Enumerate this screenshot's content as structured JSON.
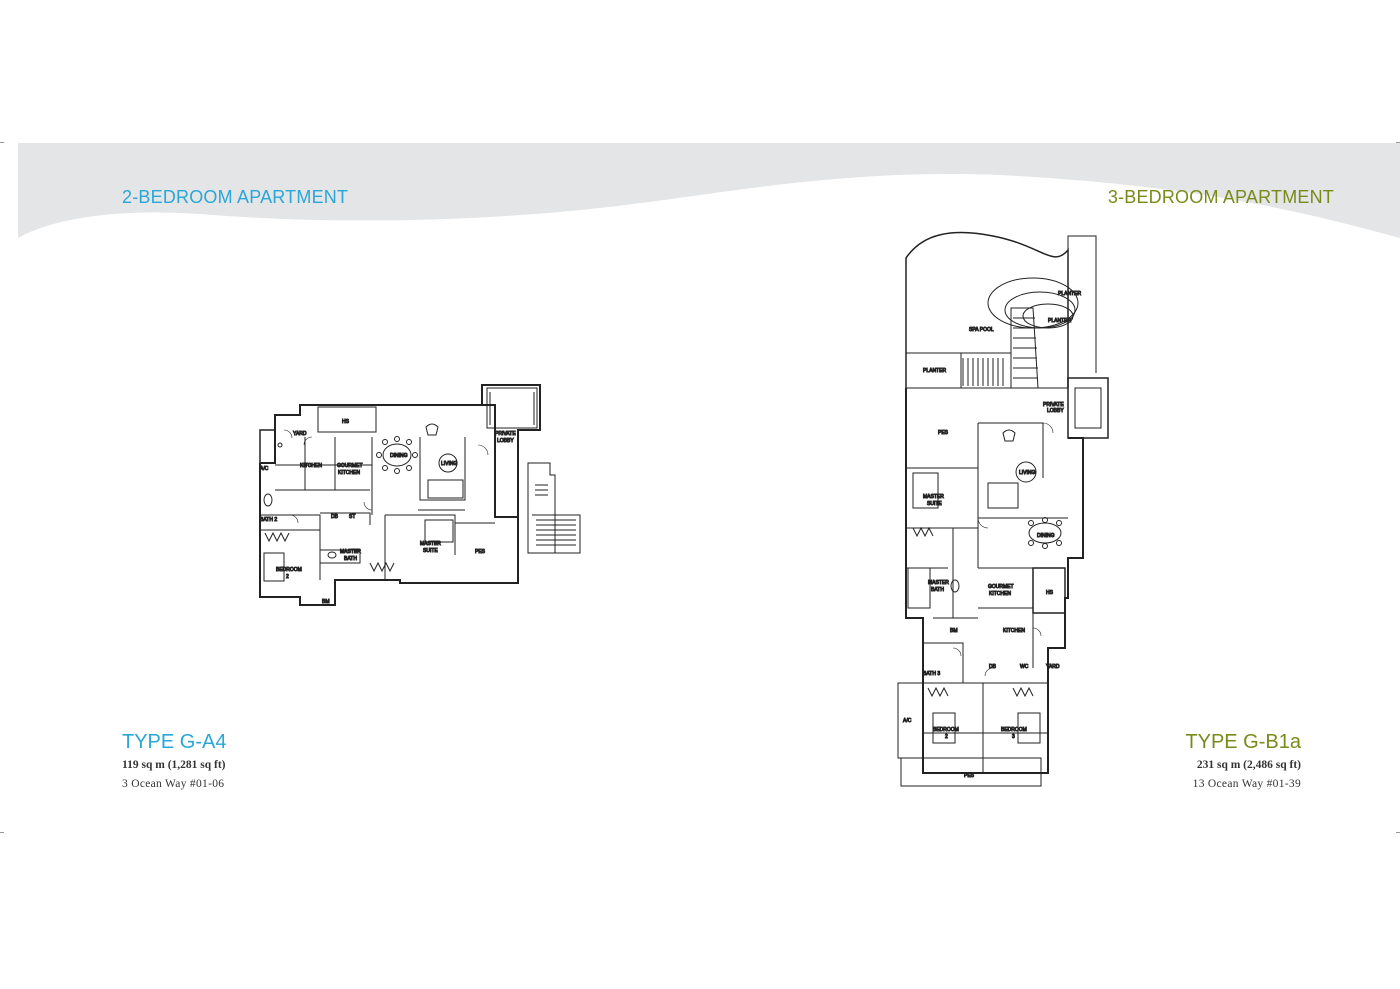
{
  "left_unit": {
    "header": "2-BEDROOM APARTMENT",
    "type": "TYPE G-A4",
    "area": "119 sq m (1,281 sq ft)",
    "address": "3 Ocean Way  #01-06",
    "rooms": {
      "hs": "HS",
      "yard": "YARD",
      "ac": "A/C",
      "kitchen": "KITCHEN",
      "gourmet": "GOURMET",
      "gourmet2": "KITCHEN",
      "dining": "DINING",
      "living": "LIVING",
      "private": "PRIVATE",
      "lobby": "LOBBY",
      "bath2": "BATH 2",
      "db": "DB",
      "st": "ST",
      "master": "MASTER",
      "bath": "BATH",
      "suite": "SUITE",
      "bedroom": "BEDROOM",
      "two": "2",
      "pes": "PES",
      "bm": "BM"
    }
  },
  "right_unit": {
    "header": "3-BEDROOM APARTMENT",
    "type": "TYPE G-B1a",
    "area": "231 sq m (2,486 sq ft)",
    "address": "13 Ocean Way  #01-39",
    "rooms": {
      "planter": "PLANTER",
      "spa_pool": "SPA POOL",
      "private": "PRIVATE",
      "lobby": "LOBBY",
      "pes": "PES",
      "living": "LIVING",
      "master": "MASTER",
      "suite": "SUITE",
      "dining": "DINING",
      "bath": "BATH",
      "gourmet": "GOURMET",
      "kitchen": "KITCHEN",
      "hs": "HS",
      "bm": "BM",
      "bath3": "BATH 3",
      "db": "DB",
      "wc": "WC",
      "yard": "YARD",
      "ac": "A/C",
      "bedroom": "BEDROOM",
      "two": "2",
      "three": "3"
    }
  },
  "colors": {
    "left_accent": "#2aa6d8",
    "right_accent": "#7a8a1a",
    "wave": "#e4e5e6"
  }
}
